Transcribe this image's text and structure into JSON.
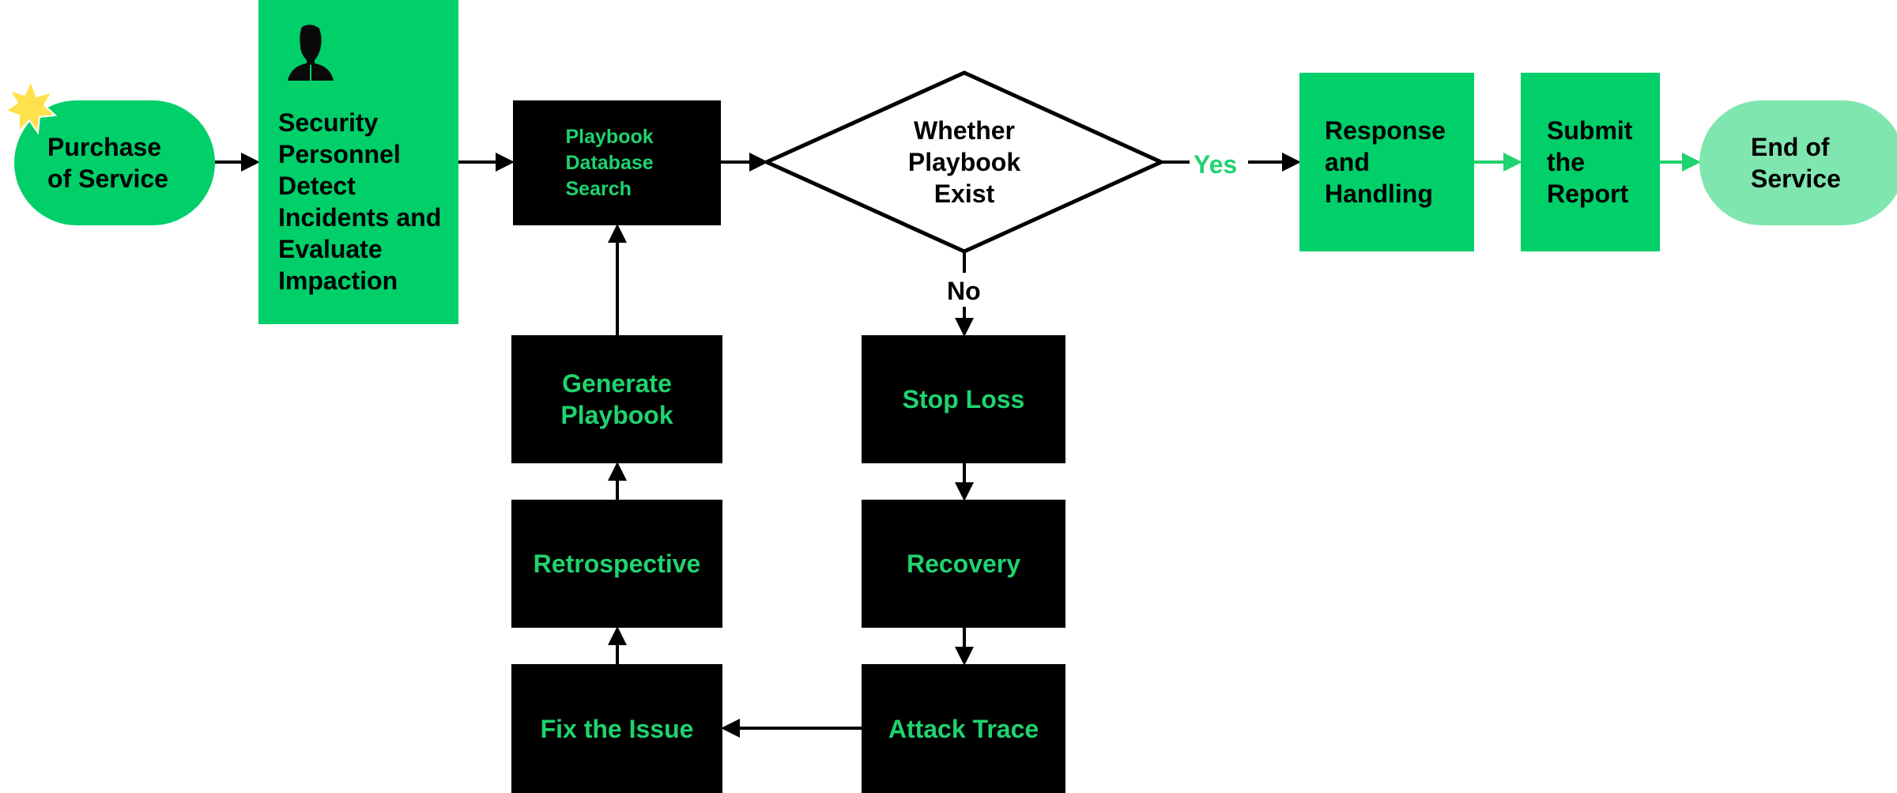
{
  "nodes": {
    "purchase": "Purchase of Service",
    "security": "Security Personnel Detect Incidents and Evaluate Impaction",
    "playbook_search": "Playbook Database Search",
    "decision": "Whether Playbook Exist",
    "response": "Response and Handling",
    "submit": "Submit the Report",
    "end": "End of Service",
    "stop_loss": "Stop Loss",
    "recovery": "Recovery",
    "attack_trace": "Attack Trace",
    "fix": "Fix the Issue",
    "retrospective": "Retrospective",
    "generate": "Generate Playbook"
  },
  "edges": {
    "yes": "Yes",
    "no": "No"
  },
  "colors": {
    "primary_green": "#00cf6a",
    "light_green": "#80e6b0",
    "text_green": "#1fd36e",
    "star": "#ffe14d"
  }
}
